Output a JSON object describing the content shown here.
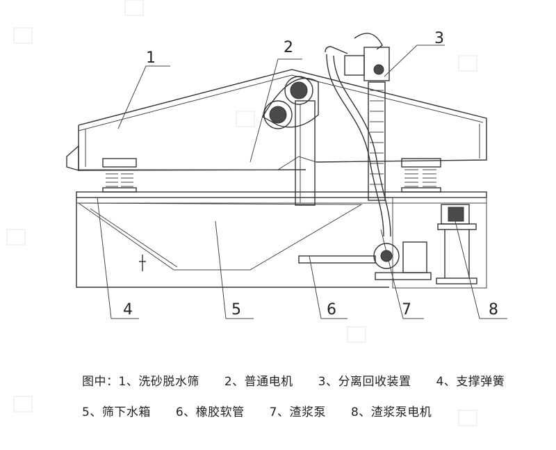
{
  "callouts": {
    "n1": "1",
    "n2": "2",
    "n3": "3",
    "n4": "4",
    "n5": "5",
    "n6": "6",
    "n7": "7",
    "n8": "8"
  },
  "caption": {
    "prefix": "图中：",
    "items": [
      "1、洗砂脱水筛",
      "2、普通电机",
      "3、分离回收装置",
      "4、支撑弹簧",
      "5、筛下水箱",
      "6、橡胶软管",
      "7、渣浆泵",
      "8、渣浆泵电机"
    ]
  },
  "colors": {
    "line": "#333333",
    "watermark": "#e4e4e4"
  }
}
